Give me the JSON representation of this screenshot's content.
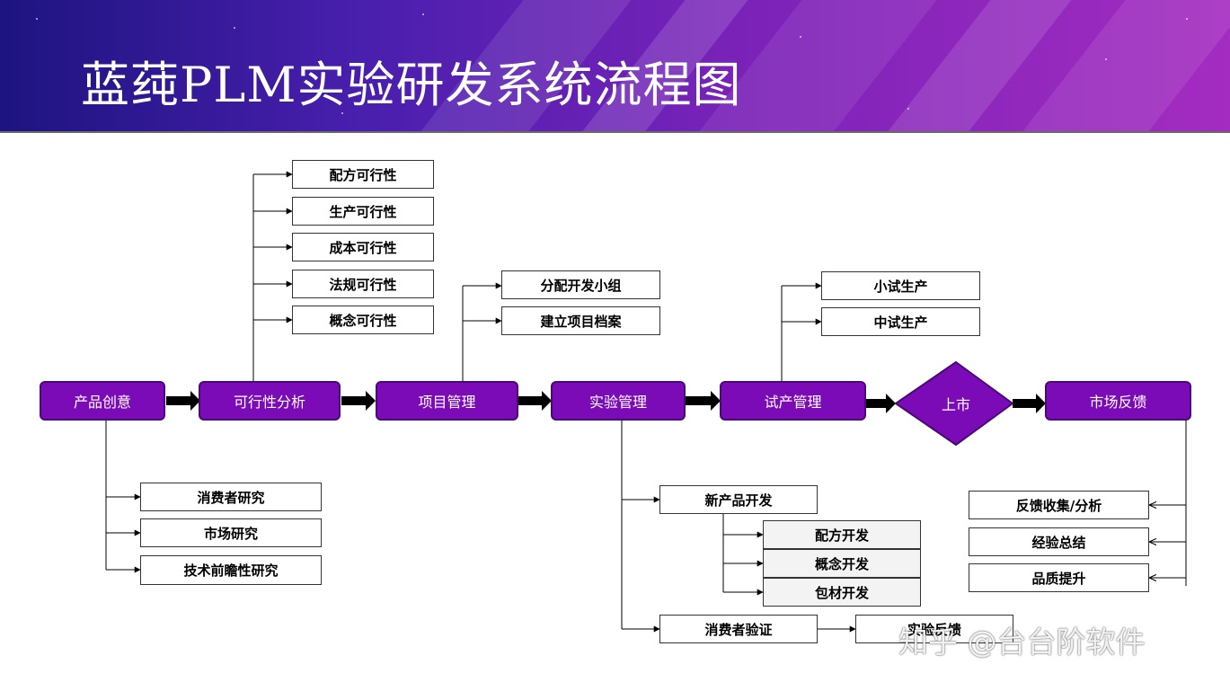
{
  "title": "蓝莼PLM实验研发系统流程图",
  "main_flow": {
    "idea": "产品创意",
    "feasibility": "可行性分析",
    "project": "项目管理",
    "experiment": "实验管理",
    "trial": "试产管理",
    "launch": "上市",
    "feedback": "市场反馈"
  },
  "idea_sub": [
    "消费者研究",
    "市场研究",
    "技术前瞻性研究"
  ],
  "feasibility_sub": [
    "配方可行性",
    "生产可行性",
    "成本可行性",
    "法规可行性",
    "概念可行性"
  ],
  "project_sub": [
    "分配开发小组",
    "建立项目档案"
  ],
  "experiment_sub": {
    "new_product": "新产品开发",
    "new_product_sub": [
      "配方开发",
      "概念开发",
      "包材开发"
    ],
    "consumer_validation": "消费者验证",
    "consumer_validation_result": "实验反馈"
  },
  "trial_sub": [
    "小试生产",
    "中试生产"
  ],
  "feedback_sub": [
    "反馈收集/分析",
    "经验总结",
    "品质提升"
  ],
  "watermark": "知乎 @台台阶软件",
  "colors": {
    "process_fill": "#7b0bb6",
    "process_border": "#4a0875",
    "connector": "#000000"
  }
}
